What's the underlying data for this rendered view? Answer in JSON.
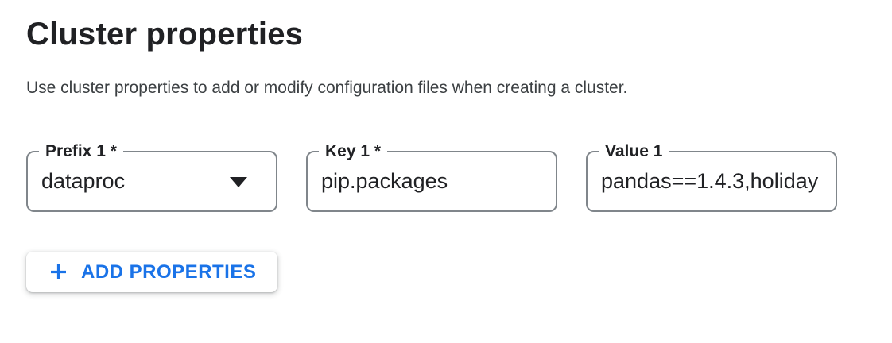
{
  "page": {
    "title": "Cluster properties",
    "description": "Use cluster properties to add or modify configuration files when creating a cluster."
  },
  "fields": [
    {
      "label": "Prefix 1 *",
      "value": "dataproc",
      "type": "select"
    },
    {
      "label": "Key 1 *",
      "value": "pip.packages",
      "type": "text"
    },
    {
      "label": "Value 1",
      "value": "pandas==1.4.3,holiday",
      "type": "text",
      "display_note": "value clipped at right edge"
    }
  ],
  "buttons": {
    "add_properties": "ADD PROPERTIES"
  },
  "icons": {
    "plus": "plus-icon",
    "dropdown": "chevron-down-icon"
  },
  "colors": {
    "accent_blue": "#1a73e8",
    "text_primary": "#202124",
    "text_secondary": "#3c4043",
    "field_border": "#80868b",
    "background": "#ffffff"
  }
}
